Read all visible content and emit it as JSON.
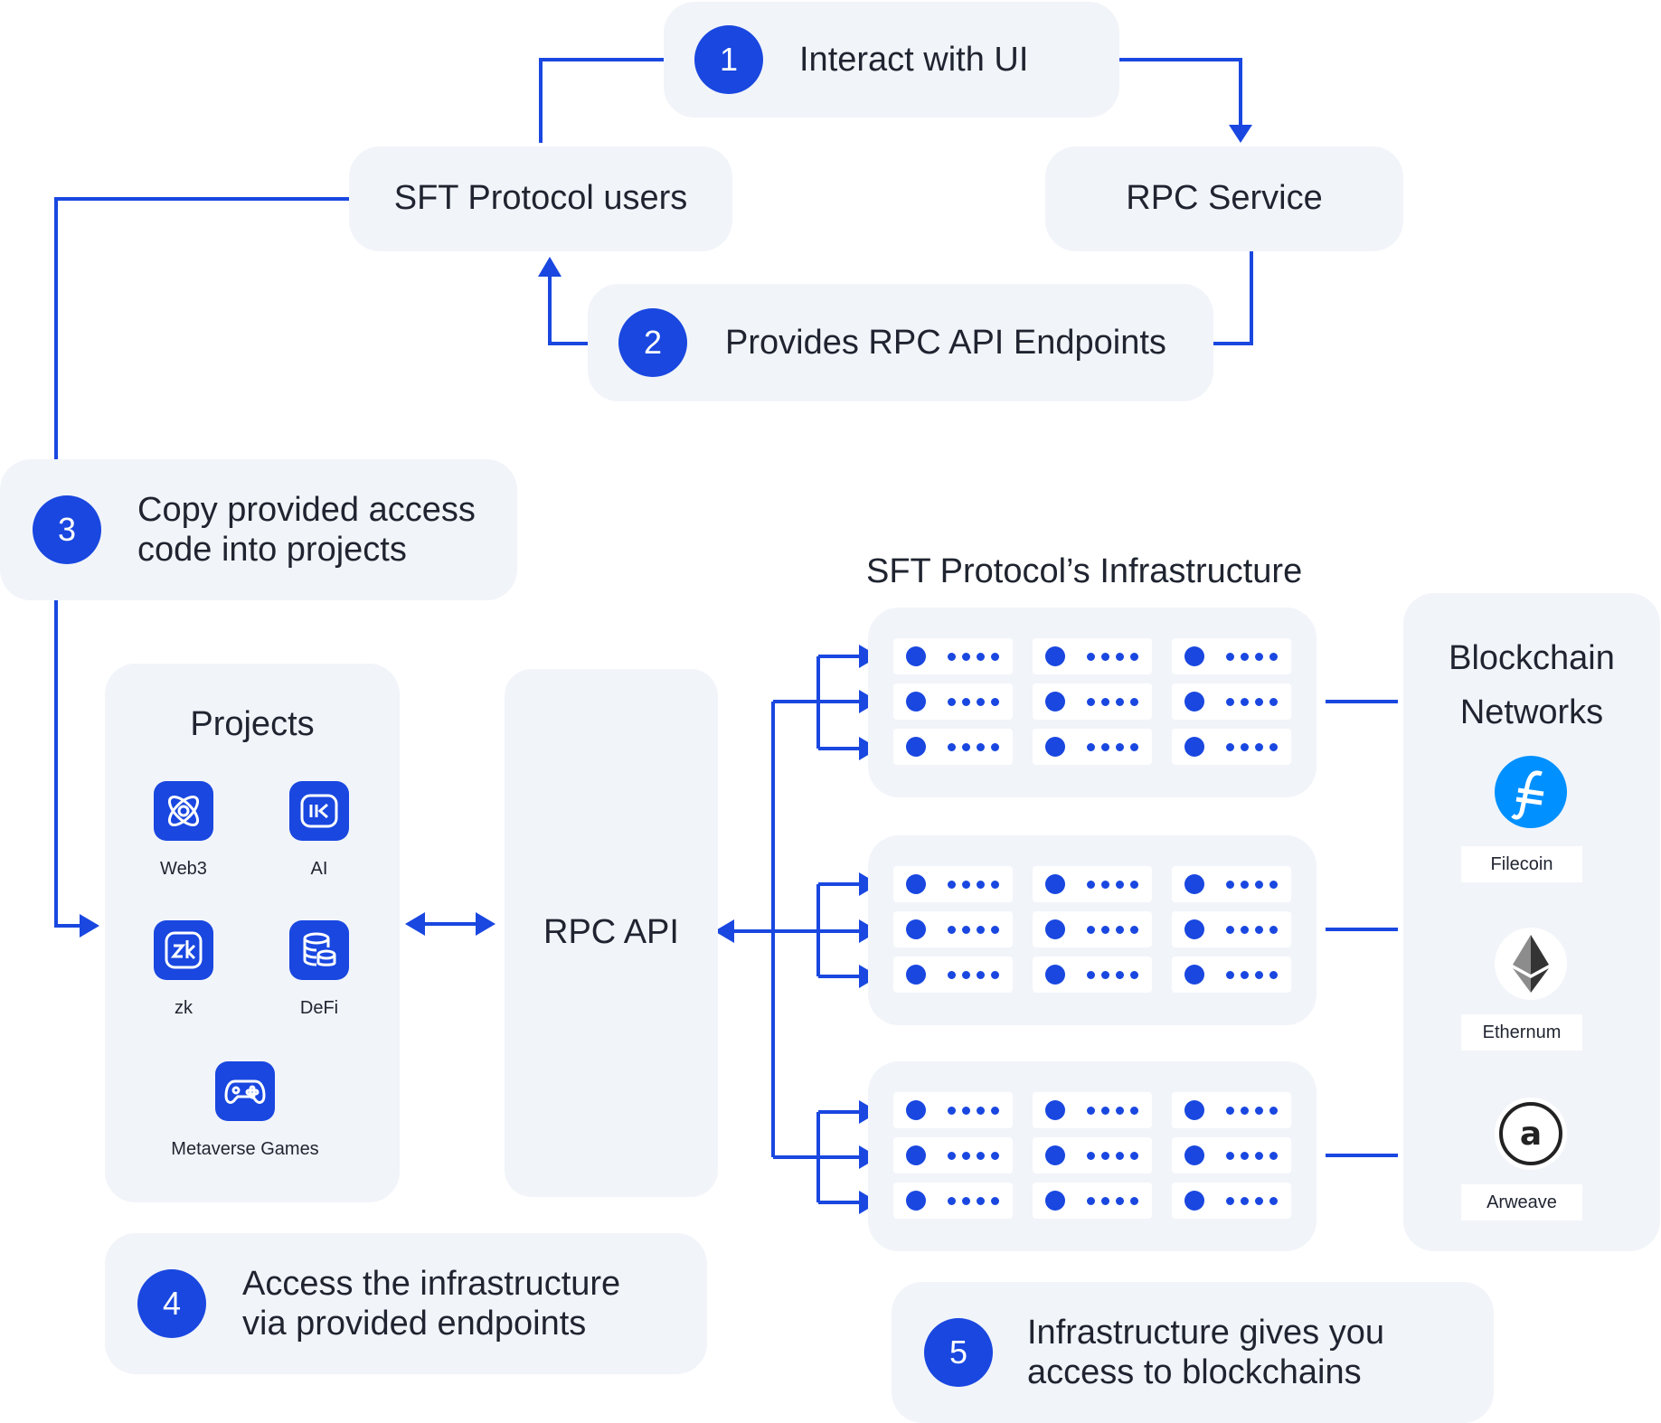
{
  "steps": {
    "s1": {
      "num": "1",
      "text": "Interact with UI"
    },
    "s2": {
      "num": "2",
      "text": "Provides RPC API Endpoints"
    },
    "s3": {
      "num": "3",
      "text": "Copy provided access\ncode into projects"
    },
    "s4": {
      "num": "4",
      "text": "Access the infrastructure\nvia provided endpoints"
    },
    "s5": {
      "num": "5",
      "text": "Infrastructure gives you\naccess to blockchains"
    }
  },
  "nodes": {
    "users": "SFT Protocol users",
    "rpc_service": "RPC Service",
    "rpc_api": "RPC API",
    "infrastructure_title": "SFT Protocol’s Infrastructure"
  },
  "projects": {
    "title": "Projects",
    "items": [
      {
        "label": "Web3",
        "icon": "atom-icon"
      },
      {
        "label": "AI",
        "icon": "ai-chip-icon"
      },
      {
        "label": "zk",
        "icon": "zk-icon"
      },
      {
        "label": "DeFi",
        "icon": "database-icon"
      },
      {
        "label": "Metaverse Games",
        "icon": "gamepad-icon"
      }
    ]
  },
  "blockchain": {
    "title": "Blockchain\nNetworks",
    "networks": [
      {
        "label": "Filecoin",
        "icon": "filecoin-icon",
        "color": "#0090ff"
      },
      {
        "label": "Ethernum",
        "icon": "ethereum-icon",
        "color": "#343434"
      },
      {
        "label": "Arweave",
        "icon": "arweave-icon",
        "color": "#222222"
      }
    ]
  },
  "colors": {
    "accent": "#1947e0",
    "box": "#f1f4f9",
    "wire": "#1947e0"
  }
}
